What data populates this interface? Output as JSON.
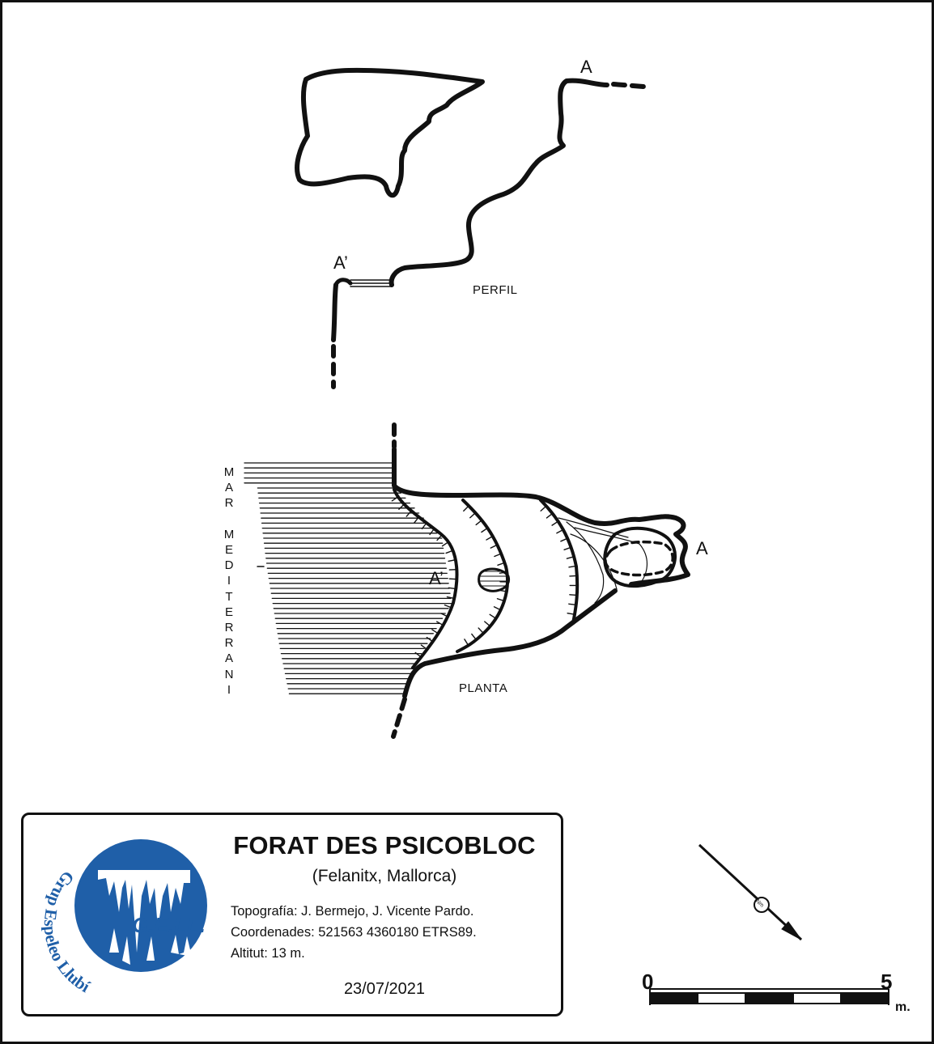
{
  "survey": {
    "section_label": "PERFIL",
    "plan_label": "PLANTA",
    "marker_a": "A",
    "marker_a_prime": "A’",
    "sea_label_letters": [
      "M",
      "A",
      "R",
      "",
      "M",
      "E",
      "D",
      "I",
      "T",
      "E",
      "R",
      "R",
      "A",
      "N",
      "I"
    ]
  },
  "titlebox": {
    "title": "FORAT DES PSICOBLOC",
    "subtitle": "(Felanitx, Mallorca)",
    "topography": "Topografía: J. Bermejo, J. Vicente Pardo.",
    "coordinates": "Coordenades: 521563 4360180  ETRS89.",
    "altitude": "Altitut: 13 m.",
    "date": "23/07/2021"
  },
  "logo": {
    "acronym": "G.E.LL.",
    "ring_text": "Grup Espeleo Llubí",
    "color": "#1f5fa8"
  },
  "north_arrow": {
    "label": "Nm"
  },
  "scale_bar": {
    "start": "0",
    "end": "5",
    "unit": "m."
  },
  "colors": {
    "ink": "#111111",
    "logo_blue": "#1f5fa8"
  }
}
